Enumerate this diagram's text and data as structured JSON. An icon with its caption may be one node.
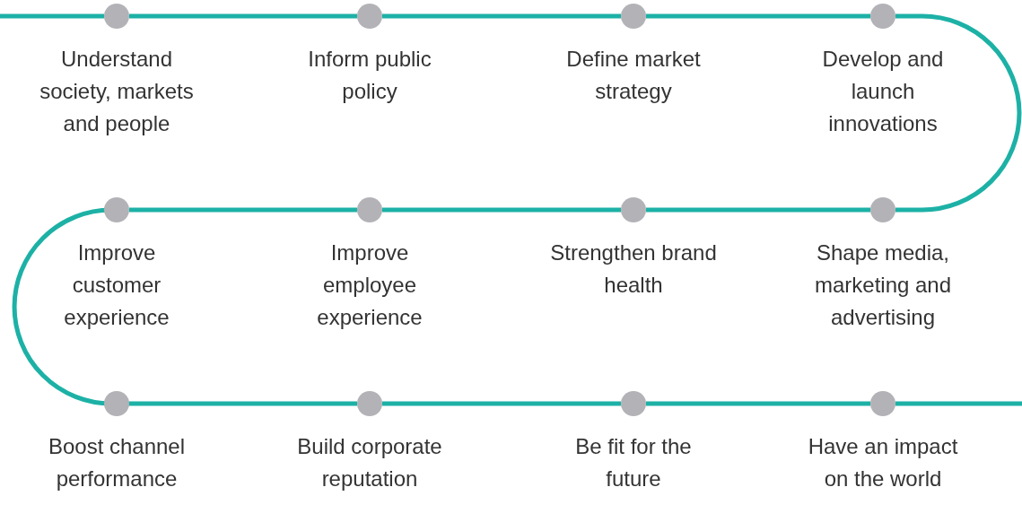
{
  "diagram": {
    "nodes": [
      {
        "text": [
          "Understand society, markets and people"
        ]
      },
      {
        "text": [
          "Inform public policy"
        ]
      },
      {
        "text": [
          "Define market strategy"
        ]
      },
      {
        "text": [
          "Develop and launch innovations"
        ]
      },
      {
        "text": [
          "Improve customer experience"
        ]
      },
      {
        "text": [
          "Improve employee experience"
        ]
      },
      {
        "text": [
          "Strengthen brand health"
        ]
      },
      {
        "text": [
          "Shape media, marketing and advertising"
        ]
      },
      {
        "text": [
          "Boost channel performance"
        ]
      },
      {
        "text": [
          "Build corporate reputation"
        ]
      },
      {
        "text": [
          "Be fit for the future"
        ]
      },
      {
        "text": [
          "Have an impact on the world"
        ]
      }
    ],
    "edges": [
      {
        "from": null,
        "to": 0,
        "arrow": "none"
      },
      {
        "from": 0,
        "to": 1,
        "arrow": "none"
      },
      {
        "from": 1,
        "to": 2,
        "arrow": "none"
      },
      {
        "from": 2,
        "to": 3,
        "arrow": "none"
      },
      {
        "from": 3,
        "to": 7,
        "arrow": "none"
      },
      {
        "from": 7,
        "to": 6,
        "arrow": "none"
      },
      {
        "from": 6,
        "to": 5,
        "arrow": "none"
      },
      {
        "from": 5,
        "to": 4,
        "arrow": "none"
      },
      {
        "from": 4,
        "to": 8,
        "arrow": "none"
      },
      {
        "from": 8,
        "to": 9,
        "arrow": "none"
      },
      {
        "from": 9,
        "to": 10,
        "arrow": "none"
      },
      {
        "from": 10,
        "to": 11,
        "arrow": "none"
      },
      {
        "from": 11,
        "to": null,
        "arrow": "none"
      }
    ]
  }
}
